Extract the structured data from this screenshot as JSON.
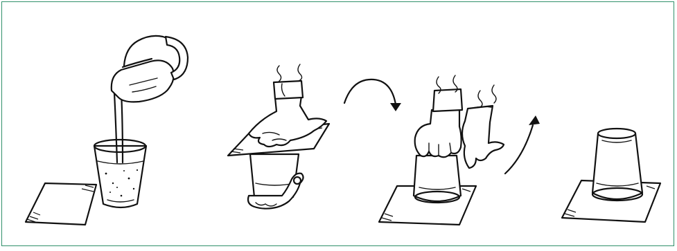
{
  "illustration": {
    "steps": [
      {
        "id": "pour-water"
      },
      {
        "id": "cover-with-card"
      },
      {
        "id": "flip-glass"
      },
      {
        "id": "glass-upside-down-on-card"
      }
    ],
    "colors": {
      "frame_border": "#2f8f6a",
      "ink": "#111111",
      "background": "#ffffff"
    }
  }
}
